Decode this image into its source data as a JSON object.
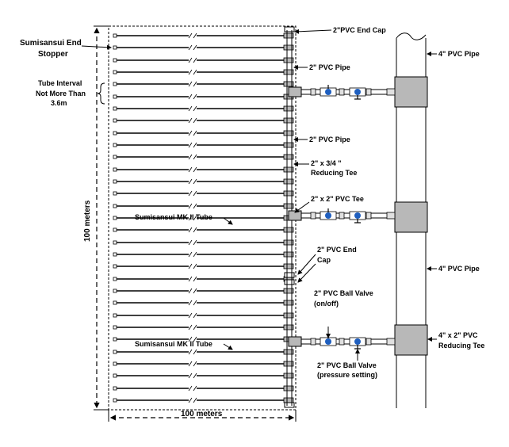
{
  "diagram": {
    "labels": {
      "end_stopper_1": "Sumisansui End",
      "end_stopper_2": "Stopper",
      "tube_interval_1": "Tube Interval",
      "tube_interval_2": "Not More Than",
      "tube_interval_3": "3.6m",
      "height_dim": "100 meters",
      "width_dim": "100 meters",
      "end_cap_top": "2\"PVC End Cap",
      "pvc_pipe_2_a": "2\" PVC Pipe",
      "pvc_pipe_2_b": "2\" PVC Pipe",
      "reducing_tee_small_1": "2\" x 3/4 \"",
      "reducing_tee_small_2": "Reducing Tee",
      "pvc_tee": "2\" x 2\" PVC Tee",
      "mk2_tube_a": "Sumisansui MK II Tube",
      "mk2_tube_b": "Sumisansui MK II Tube",
      "end_cap_mid_1": "2\" PVC End",
      "end_cap_mid_2": "Cap",
      "ball_valve_onoff_1": "2\" PVC Ball Valve",
      "ball_valve_onoff_2": "(on/off)",
      "ball_valve_pressure_1": "2\" PVC Ball Valve",
      "ball_valve_pressure_2": "(pressure setting)",
      "pvc_pipe_4_top": "4\" PVC Pipe",
      "pvc_pipe_4_mid": "4\" PVC Pipe",
      "reducing_tee_large_1": "4\" x 2\" PVC",
      "reducing_tee_large_2": "Reducing Tee"
    },
    "colors": {
      "valve": "#1f5fbf",
      "tee_fill": "#b8b8b8",
      "line": "#000000"
    }
  }
}
